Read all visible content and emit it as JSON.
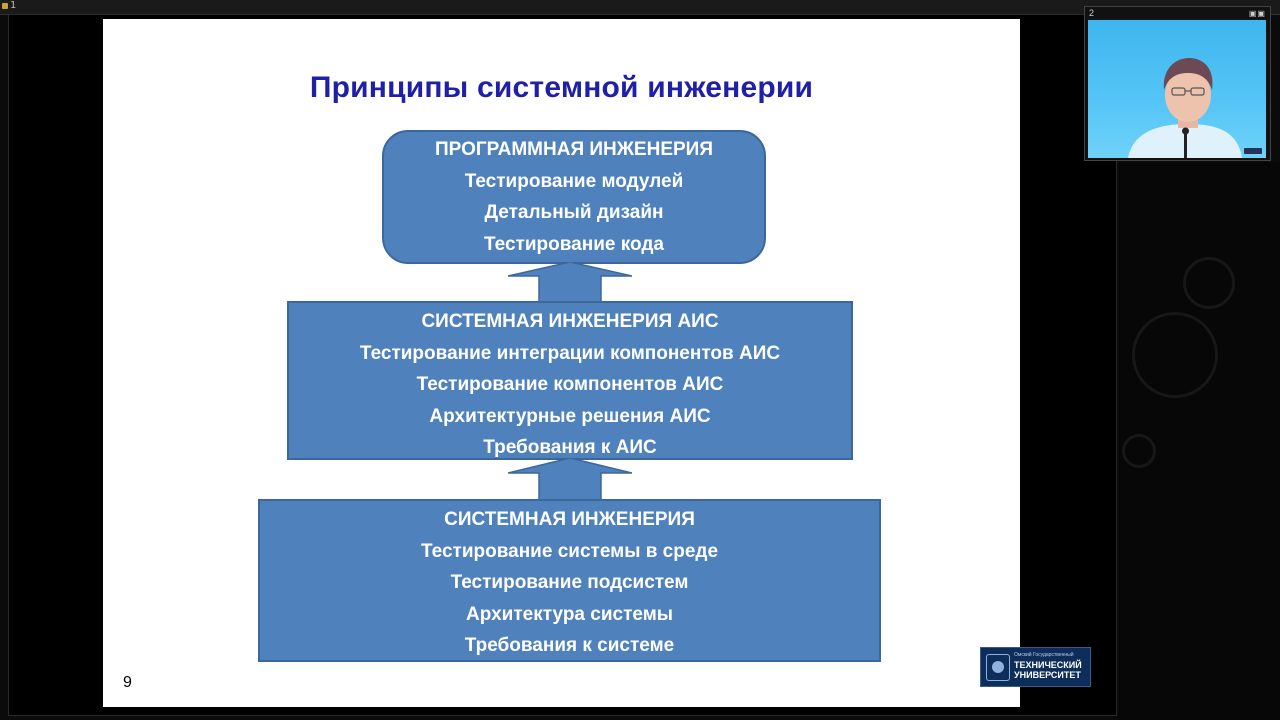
{
  "window": {
    "left_index": "1",
    "webcam_index": "2"
  },
  "slide": {
    "title": "Принципы  системной инженерии",
    "page_number": "9",
    "levels": [
      {
        "header": "ПРОГРАММНАЯ ИНЖЕНЕРИЯ",
        "items": [
          "Тестирование модулей",
          "Детальный дизайн",
          "Тестирование кода"
        ]
      },
      {
        "header": "СИСТЕМНАЯ ИНЖЕНЕРИЯ АИС",
        "items": [
          "Тестирование интеграции компонентов АИС",
          "Тестирование компонентов АИС",
          "Архитектурные решения АИС",
          "Требования к АИС"
        ]
      },
      {
        "header": "СИСТЕМНАЯ ИНЖЕНЕРИЯ",
        "items": [
          "Тестирование системы в среде",
          "Тестирование подсистем",
          "Архитектура системы",
          "Требования к системе"
        ]
      }
    ],
    "logo": {
      "line_small": "Омский Государственный",
      "line1": "ТЕХНИЧЕСКИЙ",
      "line2": "УНИВЕРСИТЕТ"
    }
  },
  "colors": {
    "box_fill": "#4f81bd",
    "box_border": "#3c679b",
    "title": "#1f1fa8",
    "webcam_bg": "#4cc0f2"
  },
  "icons": [
    "window-controls-icon",
    "emblem-icon",
    "arrow-up-icon"
  ]
}
